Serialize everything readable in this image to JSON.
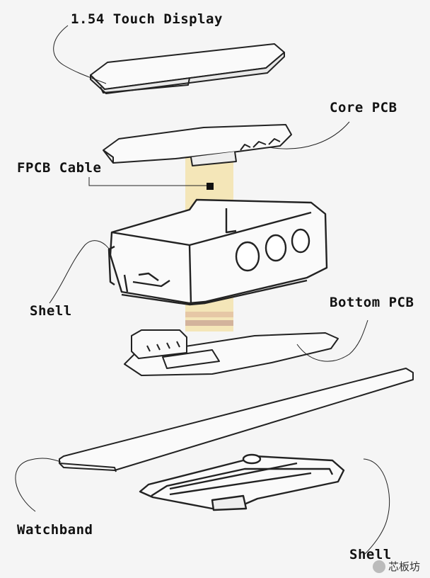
{
  "labels": {
    "touch_display": "1.54 Touch Display",
    "core_pcb": "Core PCB",
    "fpcb_cable": "FPCB Cable",
    "shell_top": "Shell",
    "bottom_pcb": "Bottom PCB",
    "watchband": "Watchband",
    "shell_bottom": "Shell"
  },
  "watermark": {
    "text": "芯板坊"
  },
  "colors": {
    "background": "#f5f5f5",
    "line": "#222222",
    "cable_highlight": "#f3e3ad",
    "cable_band": "#c7a88f"
  }
}
